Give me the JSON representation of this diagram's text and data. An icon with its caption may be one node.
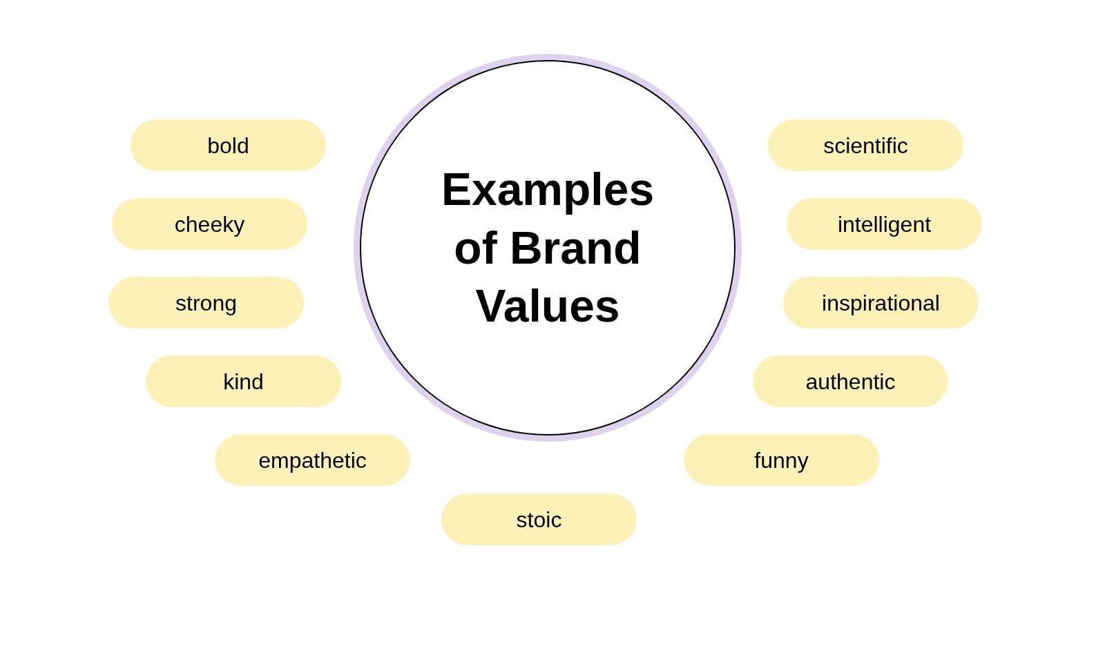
{
  "diagram": {
    "nodes": [
      {
        "text": [
          "Examples of Brand Values"
        ]
      },
      {
        "text": [
          "bold"
        ]
      },
      {
        "text": [
          "cheeky"
        ]
      },
      {
        "text": [
          "strong"
        ]
      },
      {
        "text": [
          "kind"
        ]
      },
      {
        "text": [
          "empathetic"
        ]
      },
      {
        "text": [
          "stoic"
        ]
      },
      {
        "text": [
          "scientific"
        ]
      },
      {
        "text": [
          "intelligent"
        ]
      },
      {
        "text": [
          "inspirational"
        ]
      },
      {
        "text": [
          "authentic"
        ]
      },
      {
        "text": [
          "funny"
        ]
      }
    ]
  }
}
